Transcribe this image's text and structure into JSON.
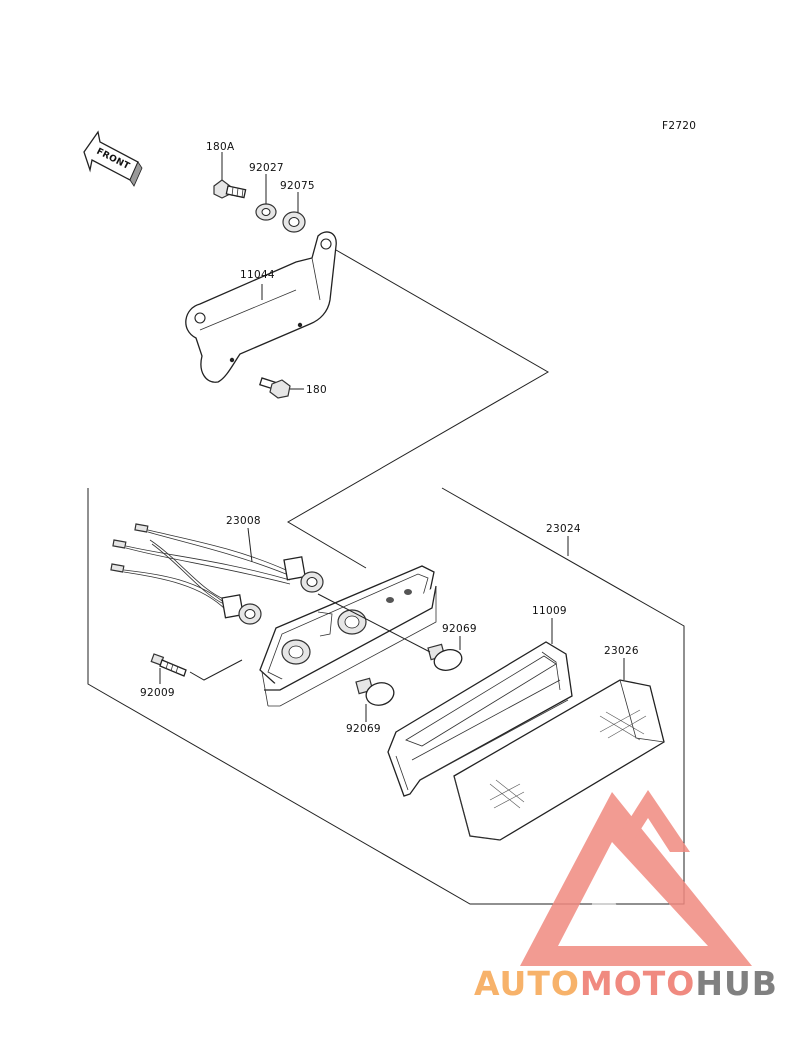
{
  "figure_code": "F2720",
  "front_label": "FRONT",
  "callouts": {
    "p180a": "180A",
    "p92027": "92027",
    "p92075": "92075",
    "p11044": "11044",
    "p180": "180",
    "p23008": "23008",
    "p23024": "23024",
    "p11009": "11009",
    "p23026": "23026",
    "p92069_upper": "92069",
    "p92069_lower": "92069",
    "p92009": "92009"
  },
  "watermark": {
    "part1": "AUTO",
    "part2": "MOTO",
    "part3": "HUB",
    "colors": {
      "auto": "#f7b26a",
      "moto": "#f08a80",
      "hub": "#808080",
      "triangle": "#f08a80"
    }
  }
}
